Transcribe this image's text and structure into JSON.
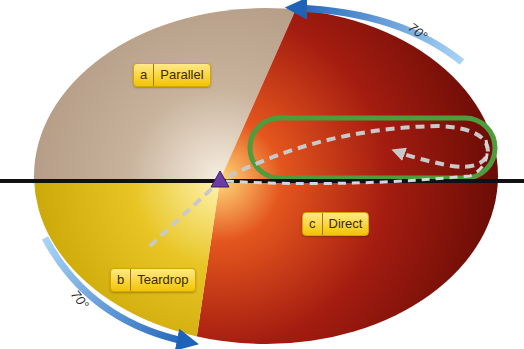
{
  "diagram": {
    "nodes": [
      {
        "text": [
          "a",
          "Parallel"
        ]
      },
      {
        "text": [
          "b",
          "Teardrop"
        ]
      },
      {
        "text": [
          "c",
          "Direct"
        ]
      }
    ],
    "labels": [
      "70°",
      "70°"
    ]
  }
}
